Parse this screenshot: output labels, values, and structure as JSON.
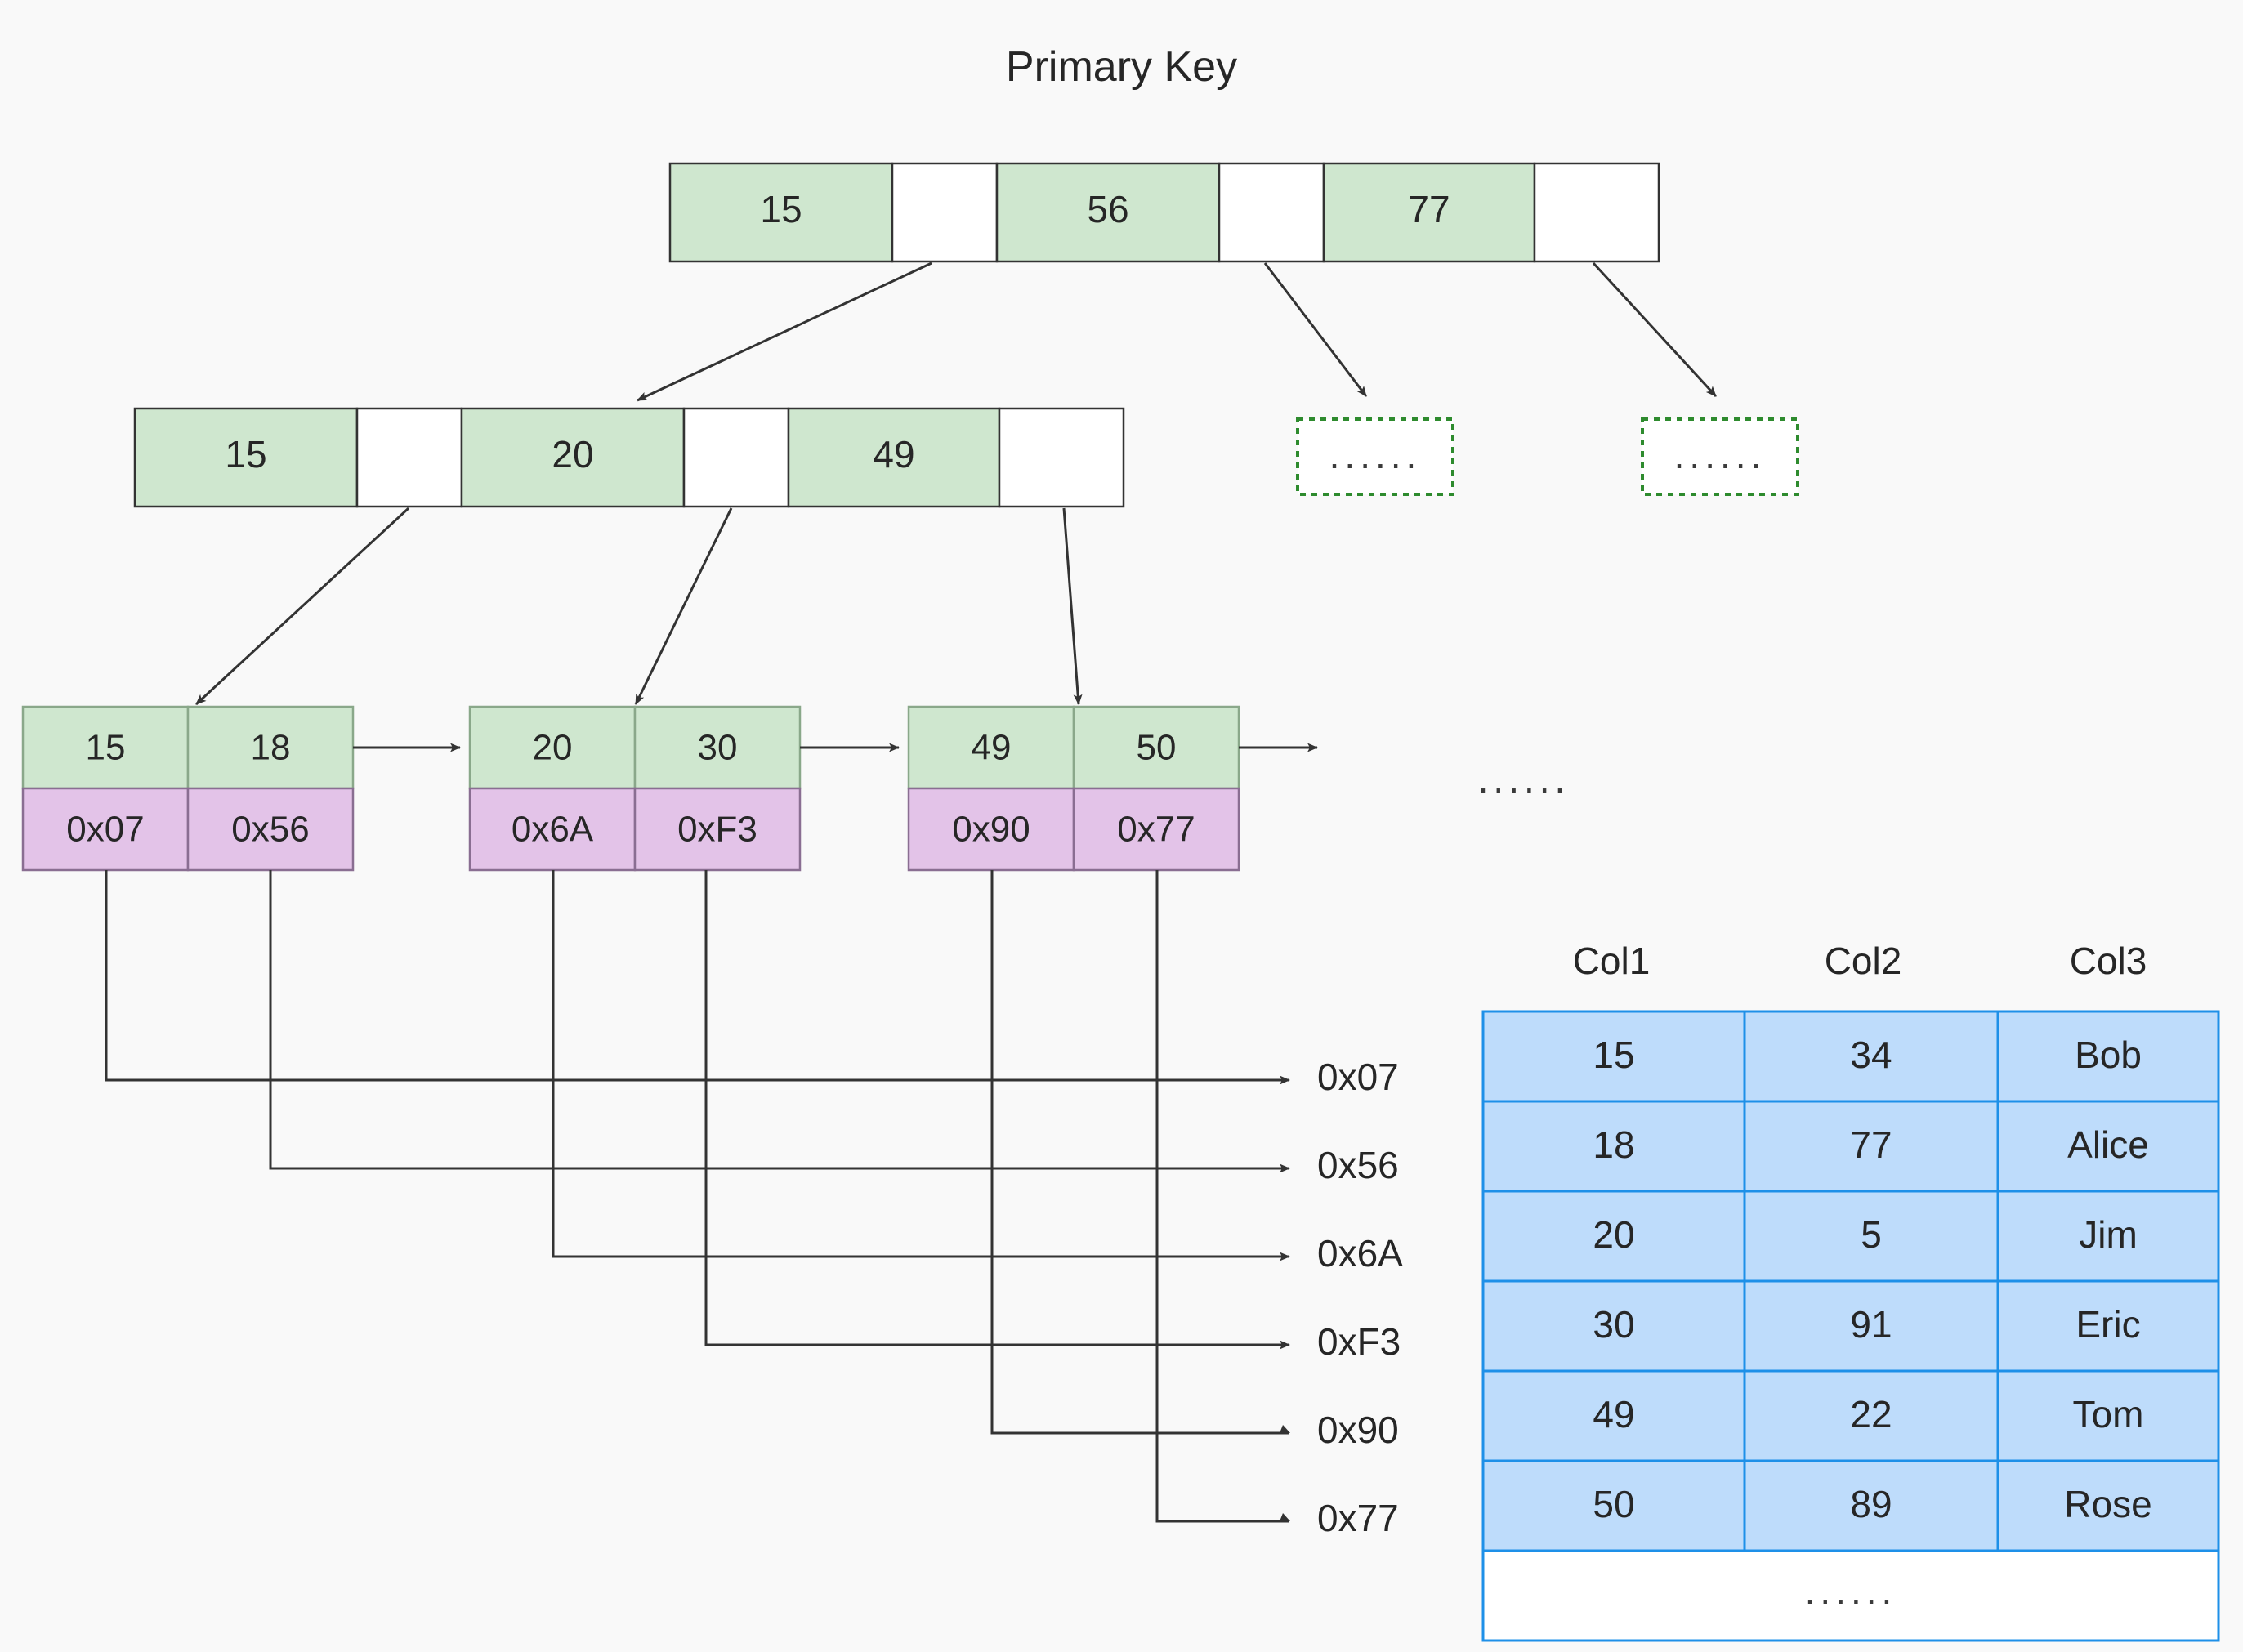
{
  "title": "Primary Key",
  "colors": {
    "key_cell": "#cfe7cf",
    "pointer_cell": "#ffffff",
    "record_pointer_cell": "#e3c3e8",
    "table_cell": "#bedcfb",
    "table_border": "#1e90e8",
    "dotted_border": "#2e8b2e",
    "line": "#333333",
    "background": "#f9f9f9"
  },
  "root_node": {
    "keys": [
      "15",
      "56",
      "77"
    ],
    "pointers": [
      "",
      "",
      ""
    ]
  },
  "internal_node": {
    "keys": [
      "15",
      "20",
      "49"
    ],
    "pointers": [
      "",
      "",
      ""
    ]
  },
  "placeholder_nodes": [
    {
      "label": "......"
    },
    {
      "label": "......"
    }
  ],
  "leaf_nodes": [
    {
      "keys": [
        "15",
        "18"
      ],
      "pointers": [
        "0x07",
        "0x56"
      ]
    },
    {
      "keys": [
        "20",
        "30"
      ],
      "pointers": [
        "0x6A",
        "0xF3"
      ]
    },
    {
      "keys": [
        "49",
        "50"
      ],
      "pointers": [
        "0x90",
        "0x77"
      ]
    }
  ],
  "leaf_overflow_label": "......",
  "address_labels": [
    "0x07",
    "0x56",
    "0x6A",
    "0xF3",
    "0x90",
    "0x77"
  ],
  "data_table": {
    "headers": [
      "Col1",
      "Col2",
      "Col3"
    ],
    "rows": [
      [
        "15",
        "34",
        "Bob"
      ],
      [
        "18",
        "77",
        "Alice"
      ],
      [
        "20",
        "5",
        "Jim"
      ],
      [
        "30",
        "91",
        "Eric"
      ],
      [
        "49",
        "22",
        "Tom"
      ],
      [
        "50",
        "89",
        "Rose"
      ]
    ],
    "overflow_label": "......"
  }
}
